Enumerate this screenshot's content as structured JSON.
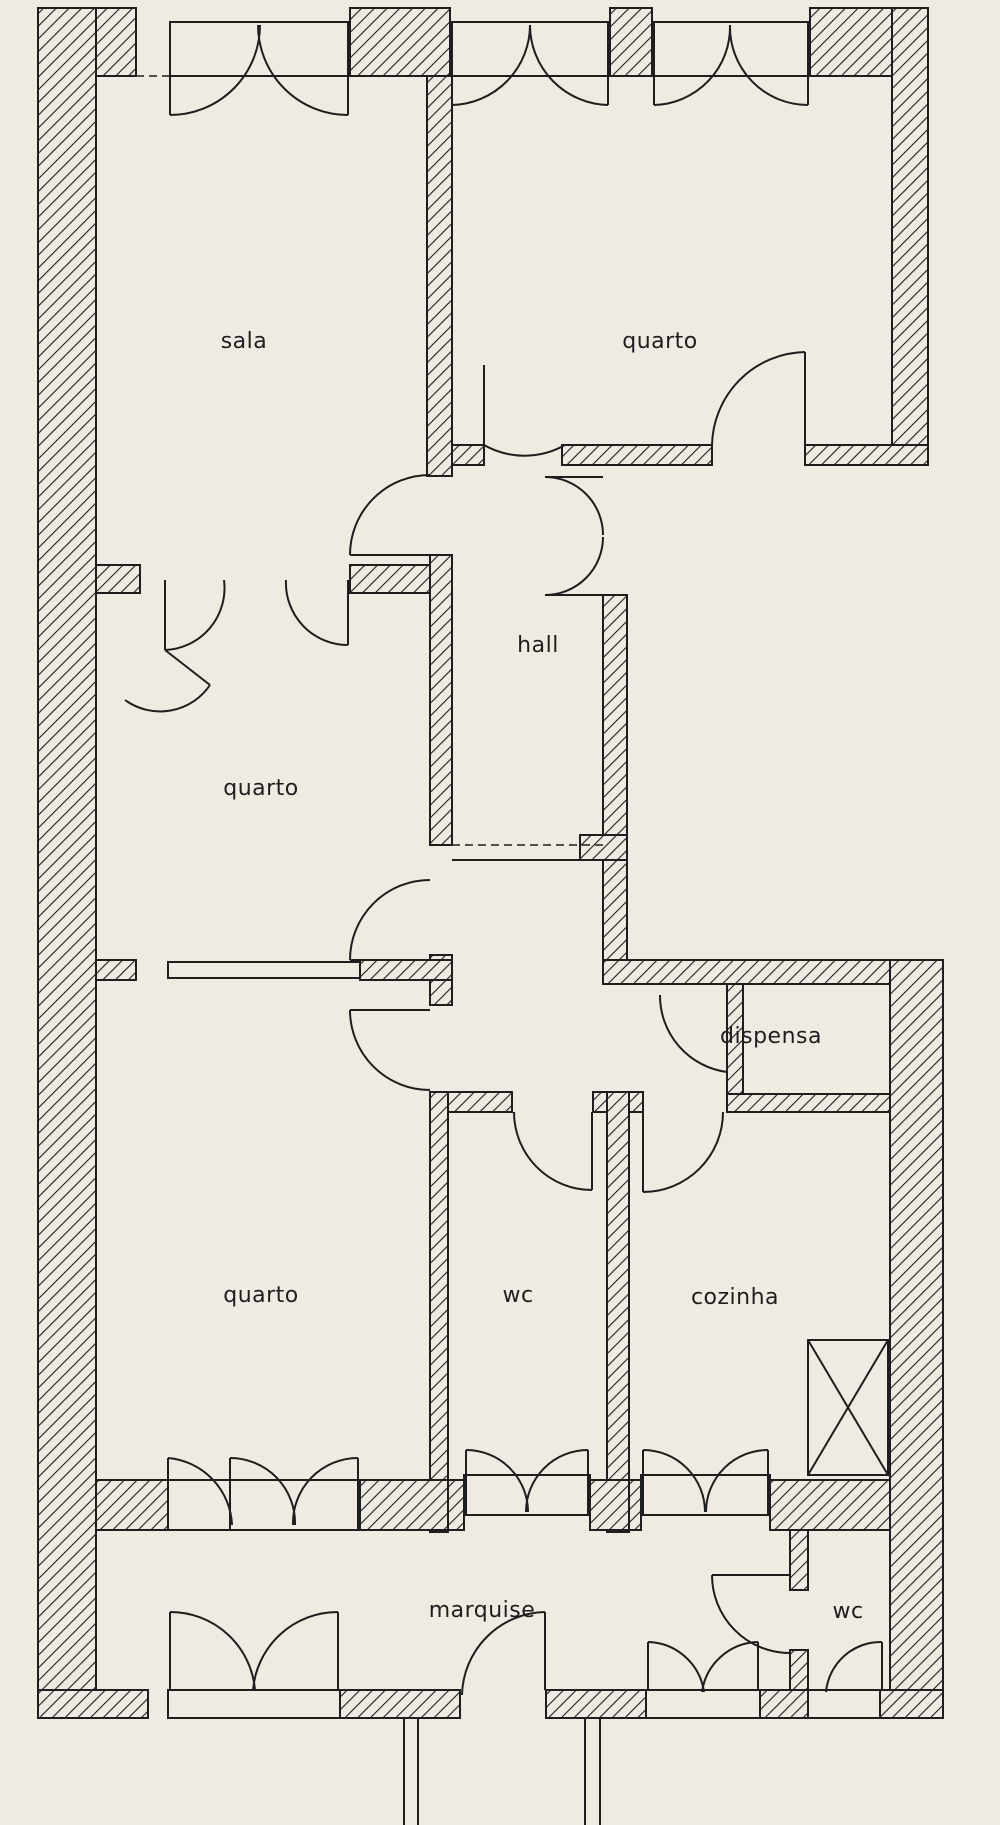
{
  "plan": {
    "rooms": [
      {
        "id": "sala",
        "label": "sala"
      },
      {
        "id": "quarto-top-right",
        "label": "quarto"
      },
      {
        "id": "hall",
        "label": "hall"
      },
      {
        "id": "quarto-middle-left",
        "label": "quarto"
      },
      {
        "id": "dispensa",
        "label": "dispensa"
      },
      {
        "id": "quarto-bottom-left",
        "label": "quarto"
      },
      {
        "id": "wc-central",
        "label": "wc"
      },
      {
        "id": "cozinha",
        "label": "cozinha"
      },
      {
        "id": "marquise",
        "label": "marquise"
      },
      {
        "id": "wc-small",
        "label": "wc"
      }
    ],
    "colors": {
      "wall": "#1e1e1e",
      "background": "#efebe3"
    }
  }
}
